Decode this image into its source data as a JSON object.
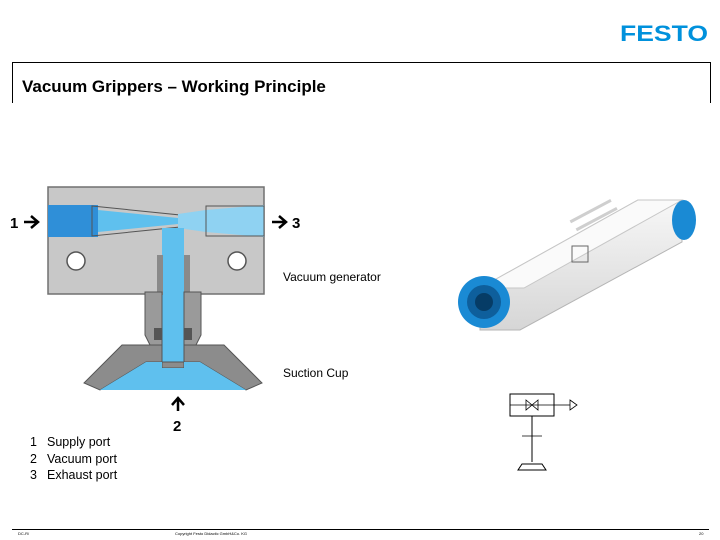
{
  "brand": {
    "logo_text": "FESTO"
  },
  "title": "Vacuum Grippers – Working Principle",
  "diagram": {
    "port_labels": {
      "supply": "1",
      "exhaust": "3",
      "vacuum": "2"
    }
  },
  "labels": {
    "vacuum_generator": "Vacuum generator",
    "suction_cup": "Suction Cup"
  },
  "legend": [
    {
      "number": "1",
      "text": "Supply port"
    },
    {
      "number": "2",
      "text": "Vacuum port"
    },
    {
      "number": "3",
      "text": "Exhaust port"
    }
  ],
  "footer": {
    "left": "DC-R/",
    "center": "Copyright Festo Didactic GmbH&Co. KG",
    "right": "20"
  },
  "colors": {
    "festo_blue": "#0091dc",
    "vacuum_blue": "#5fc0ee",
    "body_grey": "#c8c8c8"
  }
}
